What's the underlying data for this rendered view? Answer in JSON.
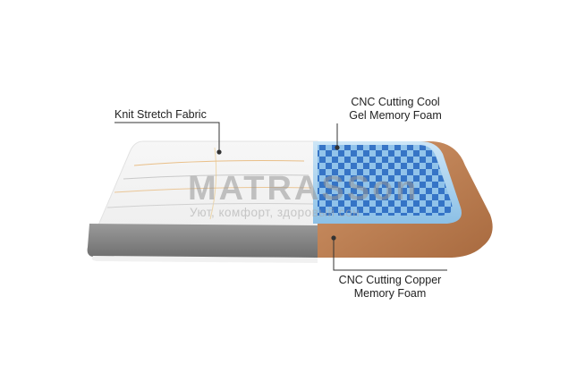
{
  "callouts": {
    "knit_fabric": "Knit Stretch Fabric",
    "cool_gel_line1": "CNC Cutting Cool",
    "cool_gel_line2": "Gel Memory Foam",
    "copper_line1": "CNC Cutting Copper",
    "copper_line2": "Memory Foam"
  },
  "watermark": {
    "brand": "MATRASSon",
    "tagline": "Уют, комфорт, здоровый сон"
  },
  "colors": {
    "fabric": "#f4f4f4",
    "fabric_border": "#8a8a8a",
    "copper": "#c08457",
    "gel_light": "#a9d2ee",
    "gel_cube": "#2f6fc4",
    "leader": "#333333"
  }
}
